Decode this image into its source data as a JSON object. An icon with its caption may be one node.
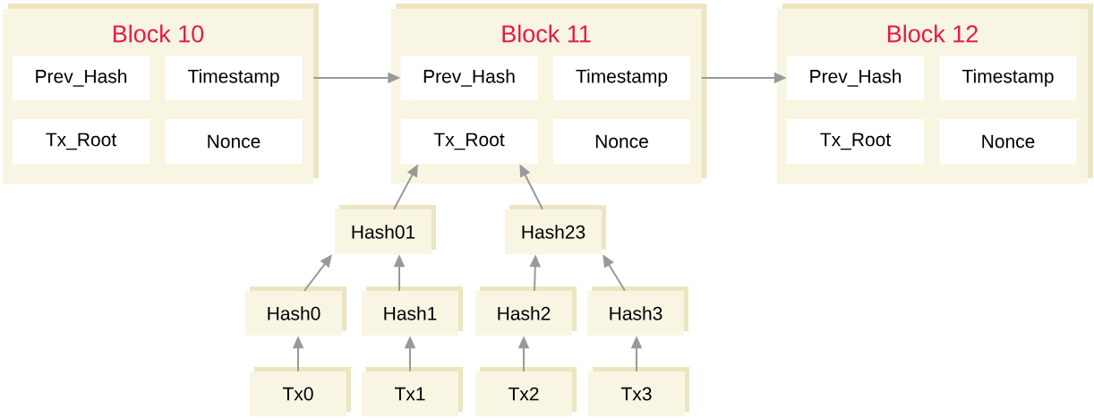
{
  "diagram": {
    "nodes": [
      {
        "text": [
          "Block 10"
        ]
      },
      {
        "text": [
          "Prev_Hash"
        ],
        "in": 0
      },
      {
        "text": [
          "Timestamp"
        ],
        "in": 0
      },
      {
        "text": [
          "Tx_Root"
        ],
        "in": 0
      },
      {
        "text": [
          "Nonce"
        ],
        "in": 0
      },
      {
        "text": [
          "Block 11"
        ]
      },
      {
        "text": [
          "Prev_Hash"
        ],
        "in": 5
      },
      {
        "text": [
          "Timestamp"
        ],
        "in": 5
      },
      {
        "text": [
          "Tx_Root"
        ],
        "in": 5
      },
      {
        "text": [
          "Nonce"
        ],
        "in": 5
      },
      {
        "text": [
          "Block 12"
        ]
      },
      {
        "text": [
          "Prev_Hash"
        ],
        "in": 10
      },
      {
        "text": [
          "Timestamp"
        ],
        "in": 10
      },
      {
        "text": [
          "Tx_Root"
        ],
        "in": 10
      },
      {
        "text": [
          "Nonce"
        ],
        "in": 10
      },
      {
        "text": [
          "Hash01"
        ]
      },
      {
        "text": [
          "Hash23"
        ]
      },
      {
        "text": [
          "Hash0"
        ]
      },
      {
        "text": [
          "Hash1"
        ]
      },
      {
        "text": [
          "Hash2"
        ]
      },
      {
        "text": [
          "Hash3"
        ]
      },
      {
        "text": [
          "Tx0"
        ]
      },
      {
        "text": [
          "Tx1"
        ]
      },
      {
        "text": [
          "Tx2"
        ]
      },
      {
        "text": [
          "Tx3"
        ]
      }
    ],
    "edges": [
      {
        "from": 0,
        "to": 6,
        "arrow": "to"
      },
      {
        "from": 5,
        "to": 11,
        "arrow": "to"
      },
      {
        "from": 15,
        "to": 8,
        "arrow": "to"
      },
      {
        "from": 16,
        "to": 8,
        "arrow": "to"
      },
      {
        "from": 17,
        "to": 15,
        "arrow": "to"
      },
      {
        "from": 18,
        "to": 15,
        "arrow": "to"
      },
      {
        "from": 19,
        "to": 16,
        "arrow": "to"
      },
      {
        "from": 20,
        "to": 16,
        "arrow": "to"
      },
      {
        "from": 21,
        "to": 17,
        "arrow": "to"
      },
      {
        "from": 22,
        "to": 18,
        "arrow": "to"
      },
      {
        "from": 23,
        "to": 19,
        "arrow": "to"
      },
      {
        "from": 24,
        "to": 20,
        "arrow": "to"
      }
    ]
  }
}
